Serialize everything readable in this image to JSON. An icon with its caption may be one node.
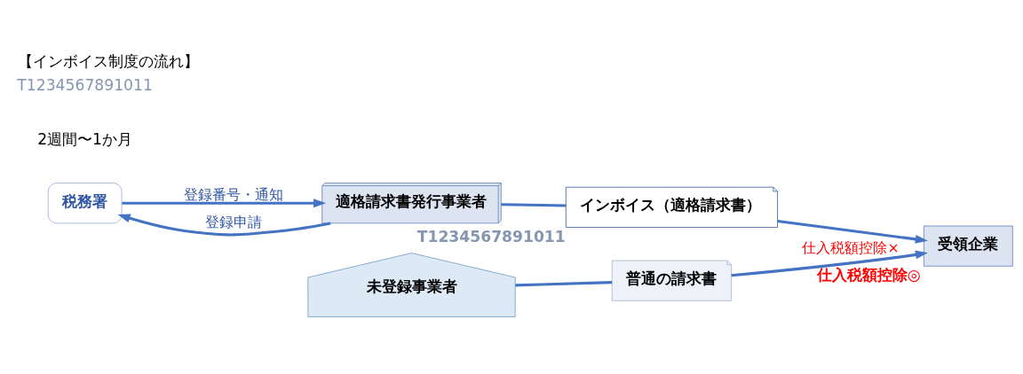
{
  "diagram": {
    "title": "【インボイス制度の流れ】",
    "nodes": [
      {
        "text": [
          "税務署"
        ]
      },
      {
        "text": [
          "適格請求書発行事業者"
        ]
      },
      {
        "text": [
          "未登録事業者"
        ]
      },
      {
        "text": [
          "普通の請求書"
        ]
      },
      {
        "text": [
          "インボイス（適格請求書）"
        ],
        "beside": [
          "T1234567891011"
        ]
      },
      {
        "text": [
          "受領企業"
        ],
        "beside": [
          "仕入税額控除◎"
        ]
      }
    ],
    "edges": [
      {
        "from": 1,
        "to": 0,
        "arrow": "to",
        "label": "登録申請"
      },
      {
        "from": 0,
        "to": 1,
        "arrow": "to",
        "label": "登録番号・通知"
      },
      {
        "from": 2,
        "to": 3,
        "arrow": "none"
      },
      {
        "from": 3,
        "to": 5,
        "arrow": "to",
        "label": "仕入税額控除×"
      },
      {
        "from": 1,
        "to": 4,
        "arrow": "none"
      },
      {
        "from": 4,
        "to": 5,
        "arrow": "to"
      }
    ],
    "labels": [
      "2週間〜1か月",
      "T1234567891011"
    ]
  }
}
